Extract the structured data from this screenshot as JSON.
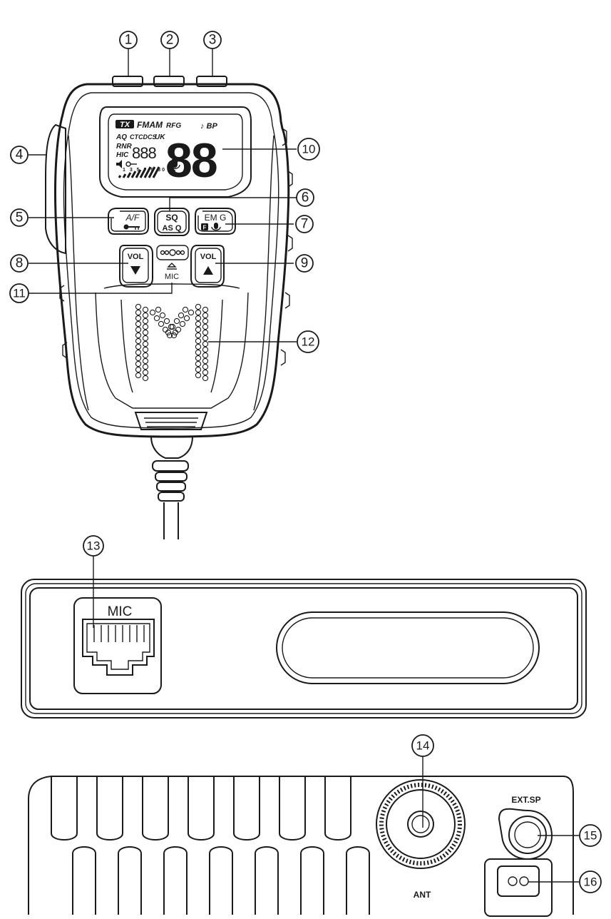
{
  "callouts": {
    "c1": "1",
    "c2": "2",
    "c3": "3",
    "c4": "4",
    "c5": "5",
    "c6": "6",
    "c7": "7",
    "c8": "8",
    "c9": "9",
    "c10": "10",
    "c11": "11",
    "c12": "12",
    "c13": "13",
    "c14": "14",
    "c15": "15",
    "c16": "16"
  },
  "lcd": {
    "tx": "TX",
    "fmam": "FMAM",
    "rfg": "RFG",
    "bp": "♪ BP",
    "aq": "AQ",
    "ctcdcs": "CTCDCS",
    "uk": "UK",
    "rnr": "RNR",
    "hic": "HIC",
    "digits_small": "888",
    "digits_big": "88",
    "meter_scale": "1 3 5 7 9 30"
  },
  "buttons": {
    "af_top": "A/F",
    "sq_top": "SQ",
    "sq_bottom": "AS Q",
    "emg_top": "EM G",
    "emg_bottom_f": "F",
    "vol_down": "VOL",
    "vol_up": "VOL"
  },
  "labels": {
    "mic_small": "MIC",
    "mic_port": "MIC",
    "ext_sp": "EXT.SP",
    "ant": "ANT"
  }
}
